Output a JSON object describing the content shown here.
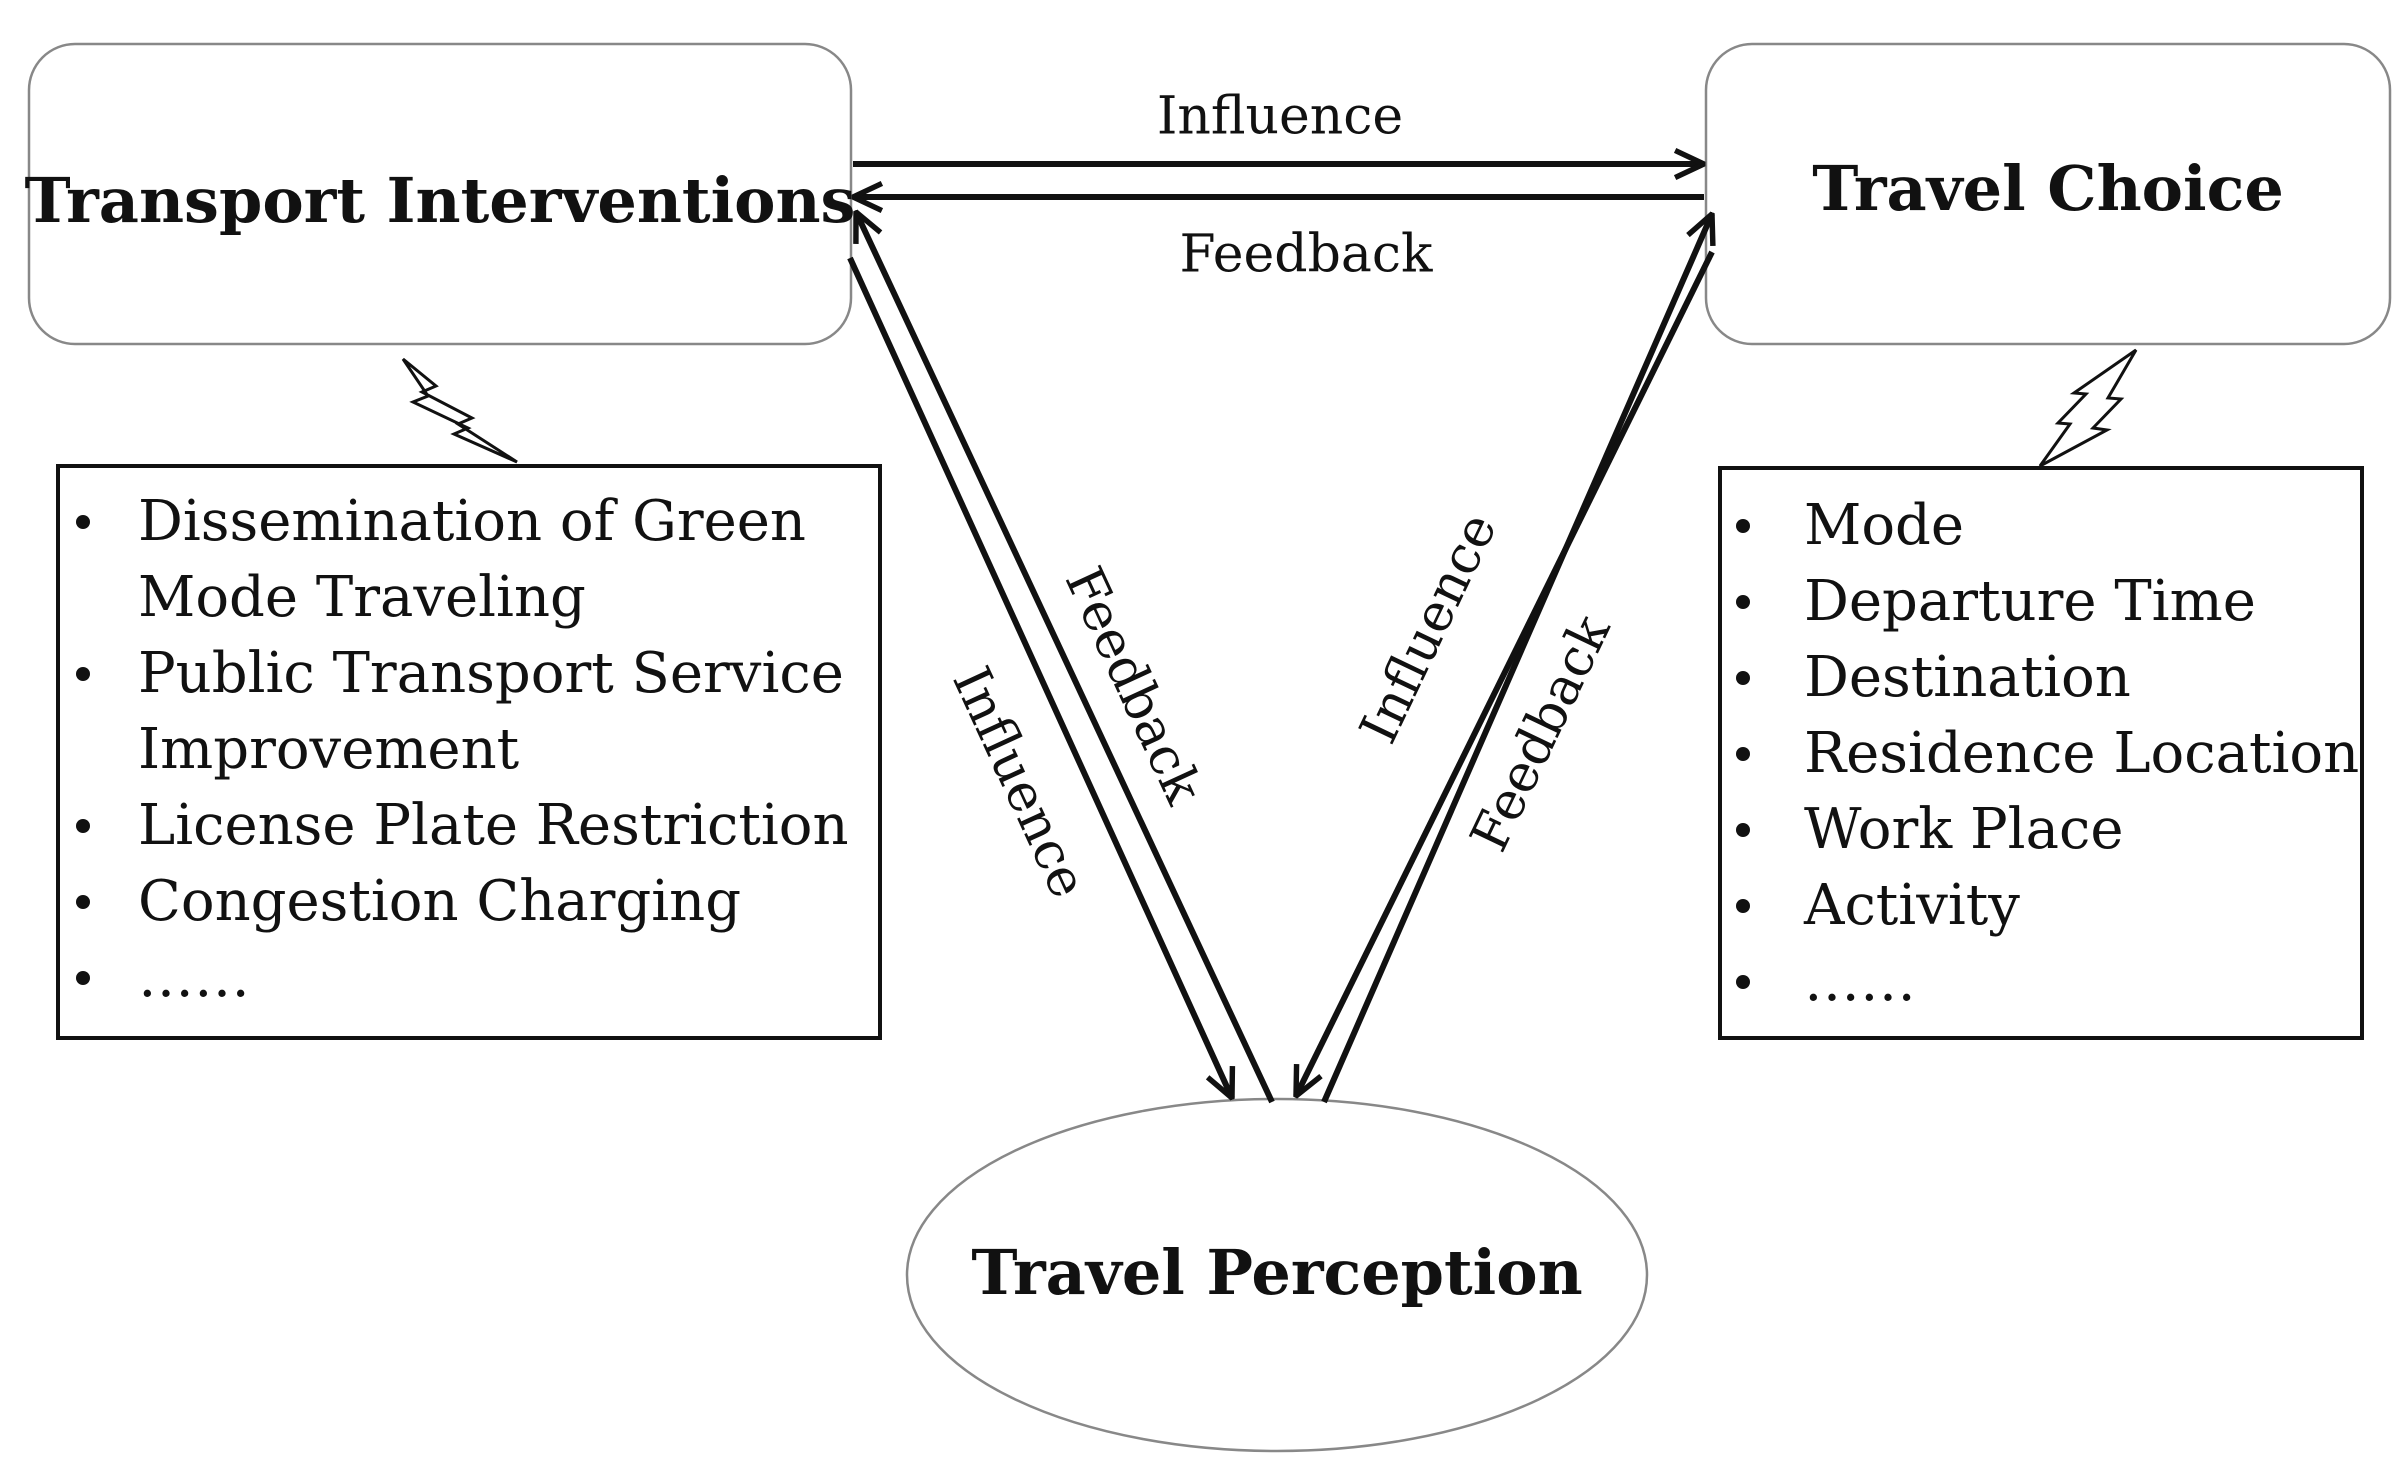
{
  "nodes": {
    "interventions": {
      "title": "Transport Interventions"
    },
    "choice": {
      "title": "Travel Choice"
    },
    "perception": {
      "title": "Travel Perception"
    }
  },
  "edges": {
    "interventions_to_choice": "Influence",
    "choice_to_interventions": "Feedback",
    "interventions_to_perception": "Influence",
    "perception_to_interventions": "Feedback",
    "perception_to_choice": "Influence",
    "choice_to_perception": "Feedback"
  },
  "lists": {
    "interventions": [
      "Dissemination of Green",
      "Mode Traveling",
      "Public Transport Service",
      "Improvement",
      "License Plate Restriction",
      "Congestion Charging",
      "……"
    ],
    "interventions_bullets": [
      true,
      false,
      true,
      false,
      true,
      true,
      true
    ],
    "choice": [
      "Mode",
      "Departure Time",
      "Destination",
      "Residence Location",
      "Work Place",
      "Activity",
      "……"
    ]
  },
  "icons": {
    "connector": "lightning-bolt-icon"
  },
  "colors": {
    "stroke": "#111111",
    "node_border": "#888888",
    "background": "#ffffff"
  }
}
